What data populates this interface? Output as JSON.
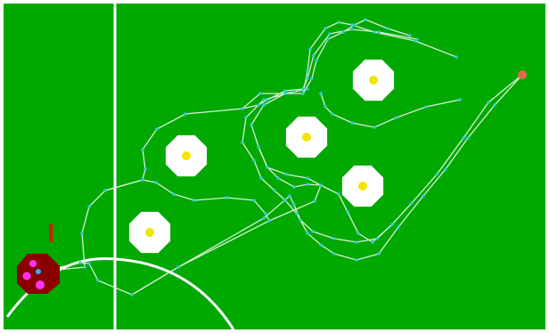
{
  "colors": {
    "field": "#00a800",
    "lines": "#ffffff",
    "path": "#d8f0d8",
    "waypoint": "#33cccc",
    "obstacle_fill": "#ffffff",
    "obstacle_core": "#f2e600",
    "target": "#e06a4a",
    "robot_body": "#8a0000",
    "robot_marker": "#ff33ff",
    "robot_center": "#33aaff",
    "robot_label": "#cc2200"
  },
  "obstacles": [
    {
      "id": "obstacle-1",
      "kind": "octagon-obstacle"
    },
    {
      "id": "obstacle-2",
      "kind": "octagon-obstacle"
    },
    {
      "id": "obstacle-3",
      "kind": "octagon-obstacle"
    },
    {
      "id": "obstacle-4",
      "kind": "octagon-obstacle"
    },
    {
      "id": "obstacle-5",
      "kind": "octagon-obstacle"
    }
  ],
  "robot": {
    "label": "I"
  },
  "target": {
    "kind": "target-dot"
  }
}
